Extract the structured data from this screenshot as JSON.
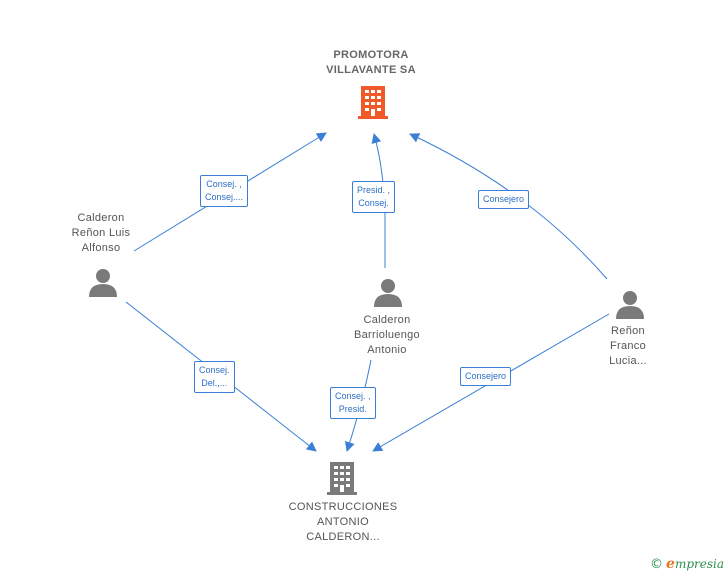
{
  "colors": {
    "edge": "#3a7fd5",
    "person_icon": "#7a7a7a",
    "company_icon_main": "#f05a28",
    "company_icon_other": "#7a7a7a"
  },
  "nodes": {
    "promotora": {
      "label": "PROMOTORA VILLAVANTE SA",
      "icon": "building-icon"
    },
    "construcciones": {
      "label": "CONSTRUCCIONES ANTONIO CALDERON...",
      "icon": "building-icon"
    },
    "calderon_renon": {
      "label": "Calderon Reñon Luis Alfonso",
      "icon": "person-icon"
    },
    "calderon_barrio": {
      "label": "Calderon Barrioluengo Antonio",
      "icon": "person-icon"
    },
    "renon_franco": {
      "label": "Reñon Franco Lucia...",
      "icon": "person-icon"
    }
  },
  "edges": {
    "e1": [
      "Consej. ,",
      "Consej...."
    ],
    "e2": [
      "Presid. ,",
      "Consej."
    ],
    "e3": [
      "Consejero"
    ],
    "e4": [
      "Consej.",
      "Del.,..."
    ],
    "e5": [
      "Consej. ,",
      "Presid."
    ],
    "e6": [
      "Consejero"
    ]
  },
  "brand": {
    "copyright": "©",
    "name_initial": "e",
    "name_rest": "mpresia"
  }
}
